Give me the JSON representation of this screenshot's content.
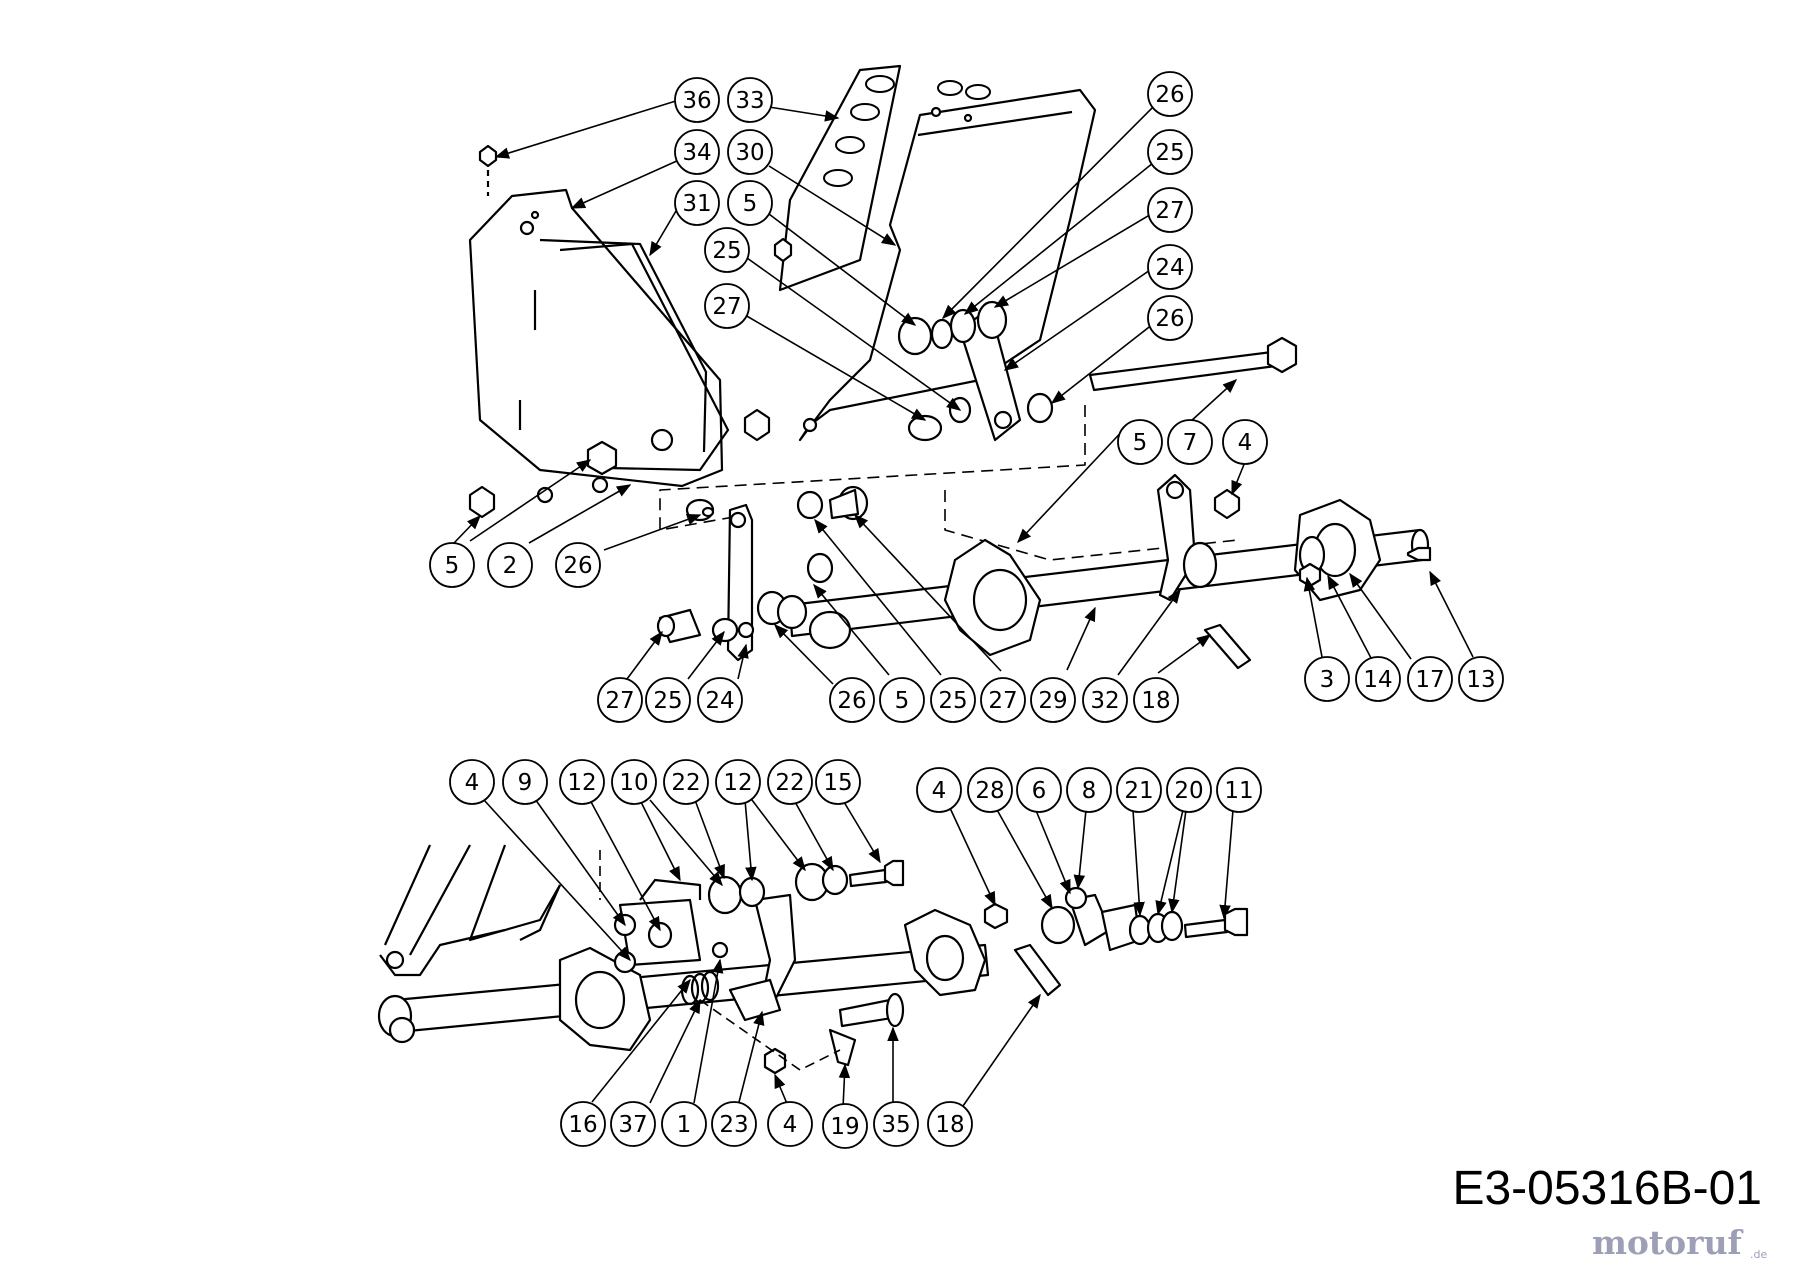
{
  "drawing": {
    "code": "E3-05316B-01"
  },
  "watermark": {
    "text": "motoruf",
    "suffix": ".de"
  },
  "upper_assembly": {
    "callouts": [
      "36",
      "33",
      "34",
      "30",
      "31",
      "5",
      "25",
      "27",
      "26",
      "25",
      "27",
      "24",
      "26",
      "5",
      "7",
      "4",
      "5",
      "2",
      "26",
      "27",
      "25",
      "24",
      "26",
      "5",
      "25",
      "27",
      "29",
      "32",
      "18",
      "3",
      "14",
      "17",
      "13"
    ]
  },
  "lower_assembly": {
    "callouts": [
      "4",
      "9",
      "12",
      "10",
      "22",
      "12",
      "22",
      "15",
      "4",
      "28",
      "6",
      "8",
      "21",
      "20",
      "11",
      "16",
      "37",
      "1",
      "23",
      "4",
      "19",
      "35",
      "18"
    ]
  }
}
